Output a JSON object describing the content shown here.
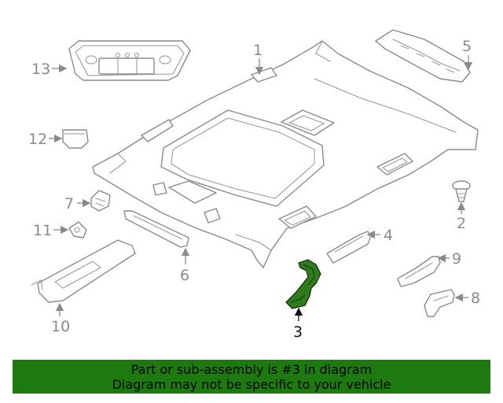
{
  "diagram": {
    "callouts": [
      {
        "id": "1",
        "label": "1"
      },
      {
        "id": "2",
        "label": "2"
      },
      {
        "id": "3",
        "label": "3",
        "highlighted": true
      },
      {
        "id": "4",
        "label": "4"
      },
      {
        "id": "5",
        "label": "5"
      },
      {
        "id": "6",
        "label": "6"
      },
      {
        "id": "7",
        "label": "7"
      },
      {
        "id": "8",
        "label": "8"
      },
      {
        "id": "9",
        "label": "9"
      },
      {
        "id": "10",
        "label": "10"
      },
      {
        "id": "11",
        "label": "11"
      },
      {
        "id": "12",
        "label": "12"
      },
      {
        "id": "13",
        "label": "13"
      }
    ],
    "colors": {
      "highlight_part": "#2e7d1c",
      "line_art": "#8a8a8a",
      "highlight_label": "#111111"
    }
  },
  "footer": {
    "line1": "Part or sub-assembly is #3 in diagram",
    "line2": "Diagram may not be specific to your vehicle",
    "background": "#1d7a0e"
  }
}
